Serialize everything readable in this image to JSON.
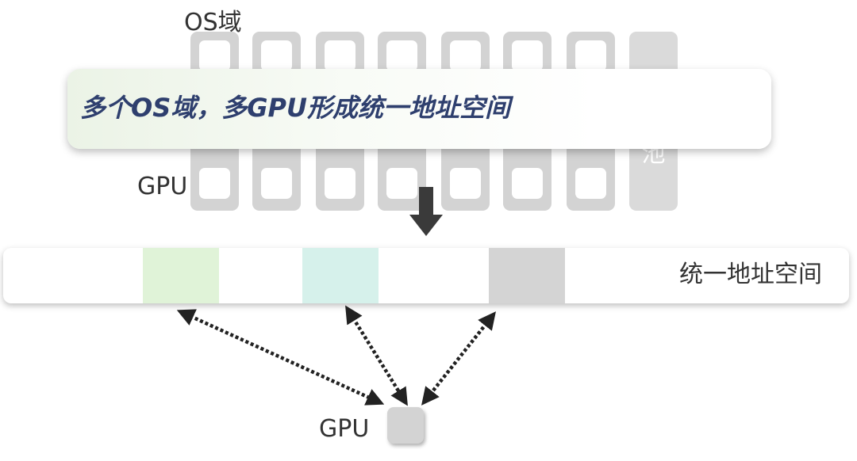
{
  "labels": {
    "os_domain": "OS域",
    "gpu_top": "GPU",
    "gpu_bottom": "GPU",
    "pool_char": "池",
    "unified_space": "统一地址空间"
  },
  "callout": {
    "text": "多个OS域，多GPU形成统一地址空间"
  },
  "colors": {
    "pool_gray": "#d3d3d3",
    "segment_green": "#e0f3d8",
    "segment_teal": "#d6f1eb",
    "segment_gray": "#d4d4d4",
    "callout_text": "#2e3f6e",
    "arrow": "#3a3a3a"
  },
  "icons": {
    "down_arrow": "arrow-down-icon",
    "double_arrows": "dotted-double-arrow-icon"
  }
}
